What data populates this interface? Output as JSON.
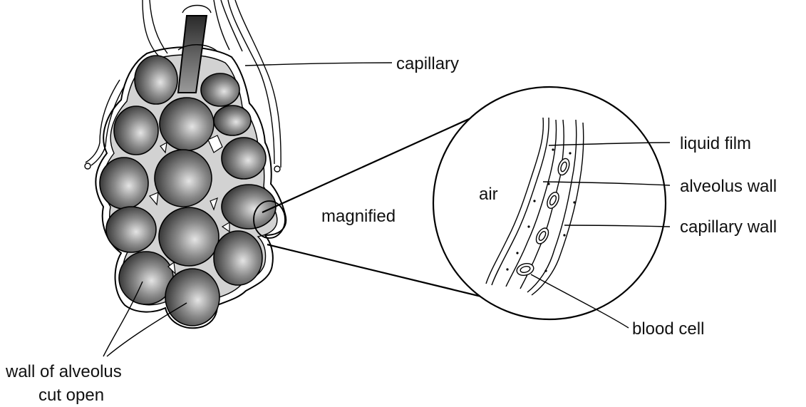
{
  "labels": {
    "capillary": "capillary",
    "magnified": "magnified",
    "air": "air",
    "liquid_film": "liquid film",
    "alveolus_wall": "alveolus wall",
    "capillary_wall": "capillary wall",
    "blood_cell": "blood cell",
    "wall_of_alveolus_line1": "wall of alveolus",
    "wall_of_alveolus_line2": "cut open"
  }
}
